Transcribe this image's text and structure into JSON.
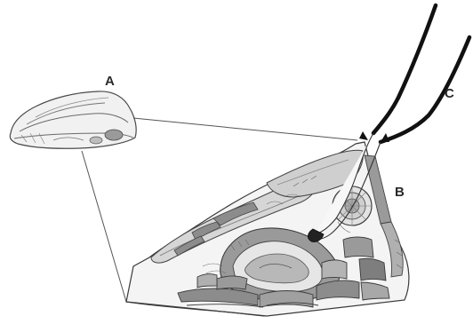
{
  "labels": {
    "a": "A",
    "b": "B",
    "c": "C"
  },
  "colors": {
    "line": "#3a3a3a",
    "tissue": "#8c8c8c",
    "tissue_light": "#d6d6d6",
    "bone": "#e8e8e8",
    "guide_line": "#555555",
    "instrument": "#111111"
  },
  "icons": {
    "skull_thumbnail": "horse-head-icon",
    "instrument": "forceps-icon"
  }
}
